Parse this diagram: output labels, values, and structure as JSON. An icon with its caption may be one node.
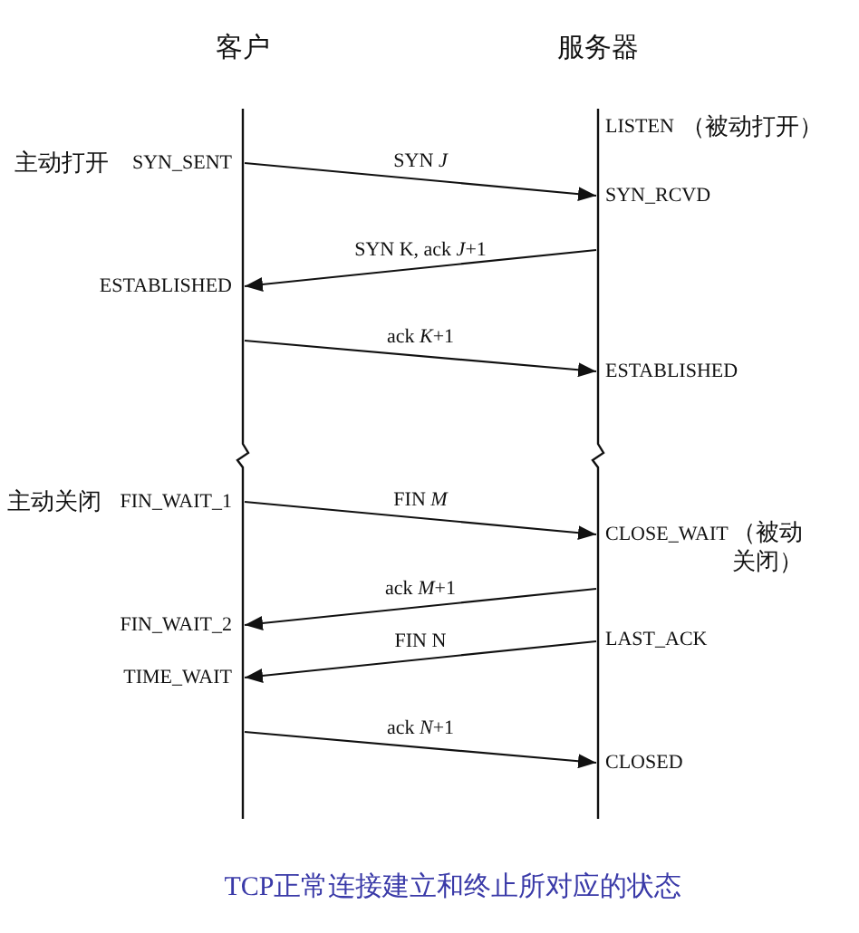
{
  "diagram": {
    "caption": "TCP正常连接建立和终止所对应的状态",
    "nodes": [
      {
        "text": [
          "客户"
        ]
      },
      {
        "text": [
          "服务器"
        ]
      }
    ],
    "edges": [
      {
        "from": 0,
        "to": 1,
        "arrow": "to",
        "label": "SYN *J*"
      },
      {
        "from": 1,
        "to": 0,
        "arrow": "to",
        "label": "SYN K, ack *J*+1"
      },
      {
        "from": 0,
        "to": 1,
        "arrow": "to",
        "label": "ack *K*+1"
      },
      {
        "from": 0,
        "to": 1,
        "arrow": "to",
        "label": "FIN *M*"
      },
      {
        "from": 1,
        "to": 0,
        "arrow": "to",
        "label": "ack *M*+1"
      },
      {
        "from": 1,
        "to": 0,
        "arrow": "to",
        "label": "FIN N"
      },
      {
        "from": 0,
        "to": 1,
        "arrow": "to",
        "label": "ack *N*+1"
      }
    ],
    "labels": [
      "LISTEN",
      "（被动打开）",
      "主动打开",
      "SYN_SENT",
      "SYN_RCVD",
      "ESTABLISHED",
      "ESTABLISHED",
      "主动关闭",
      "FIN_WAIT_1",
      "CLOSE_WAIT",
      "（被动关闭）",
      "FIN_WAIT_2",
      "LAST_ACK",
      "TIME_WAIT",
      "CLOSED"
    ]
  }
}
